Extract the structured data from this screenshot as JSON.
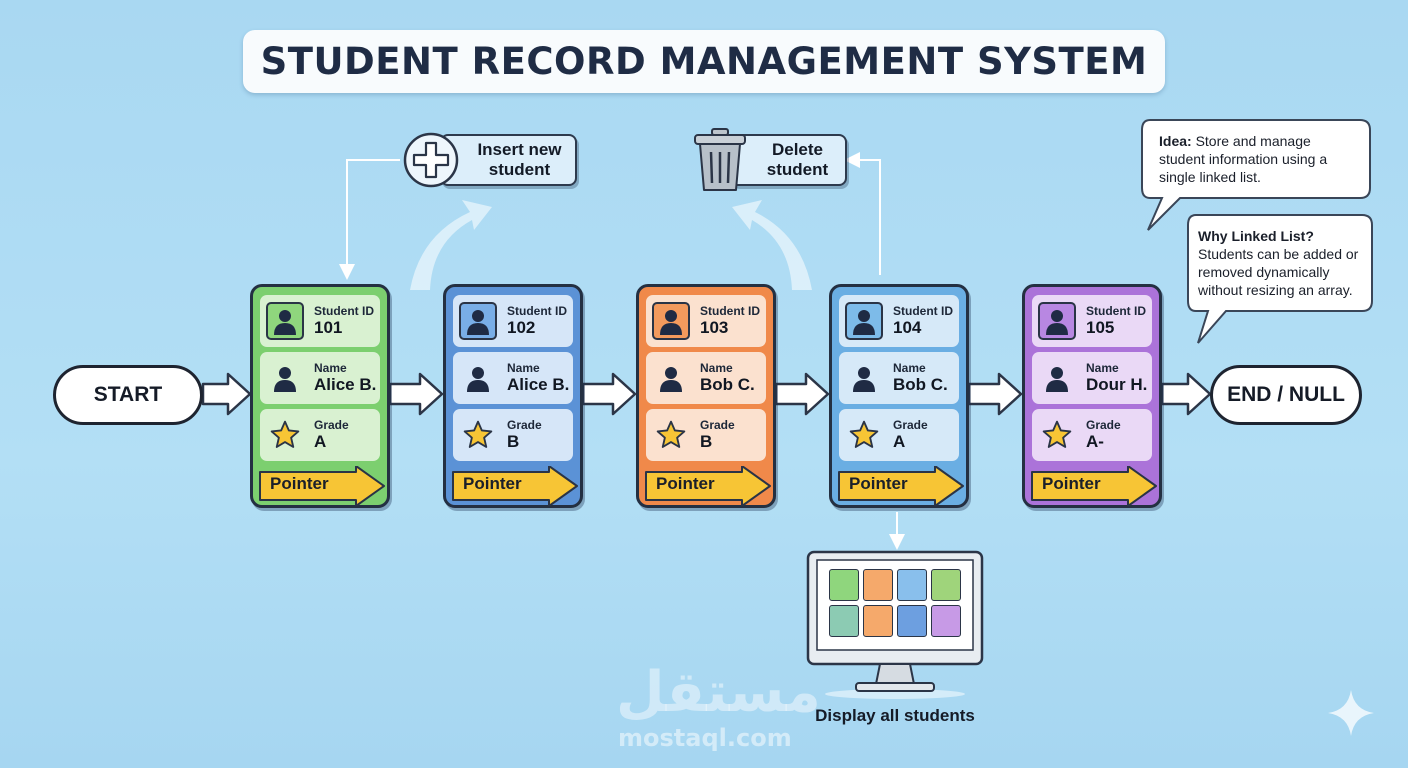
{
  "title": "STUDENT RECORD MANAGEMENT SYSTEM",
  "start_label": "START",
  "end_label": "END / NULL",
  "field_labels": {
    "id": "Student ID",
    "name": "Name",
    "grade": "Grade",
    "pointer": "Pointer"
  },
  "nodes": [
    {
      "id": "101",
      "name": "Alice B.",
      "grade": "A",
      "color": "#7ccf6f"
    },
    {
      "id": "102",
      "name": "Alice B.",
      "grade": "B",
      "color": "#5b92d6"
    },
    {
      "id": "103",
      "name": "Bob C.",
      "grade": "B",
      "color": "#f0894a"
    },
    {
      "id": "104",
      "name": "Bob C.",
      "grade": "A",
      "color": "#6aaee3"
    },
    {
      "id": "105",
      "name": "Dour H.",
      "grade": "A-",
      "color": "#ab73d9"
    }
  ],
  "operations": {
    "insert": {
      "line1": "Insert new",
      "line2": "student",
      "icon": "plus-circle-icon"
    },
    "delete": {
      "line1": "Delete",
      "line2": "student",
      "icon": "trash-icon"
    },
    "display": {
      "label": "Display all students",
      "icon": "monitor-icon"
    }
  },
  "notes": {
    "idea": {
      "heading": "Idea:",
      "text": "Store and manage student information using a single linked list."
    },
    "why": {
      "heading": "Why Linked List?",
      "text": "Students can be added or removed dynamically without resizing an array."
    }
  },
  "watermark": {
    "arabic": "مستقل",
    "latin": "mostaql.com"
  },
  "colors": {
    "background": "#a9d8f2",
    "pointer": "#f7c535",
    "grid": [
      "#8fd67d",
      "#f5a96b",
      "#89bfec",
      "#9fd47b",
      "#8ccbb3",
      "#f5a96b",
      "#6d9fe0",
      "#c79ae6"
    ]
  }
}
